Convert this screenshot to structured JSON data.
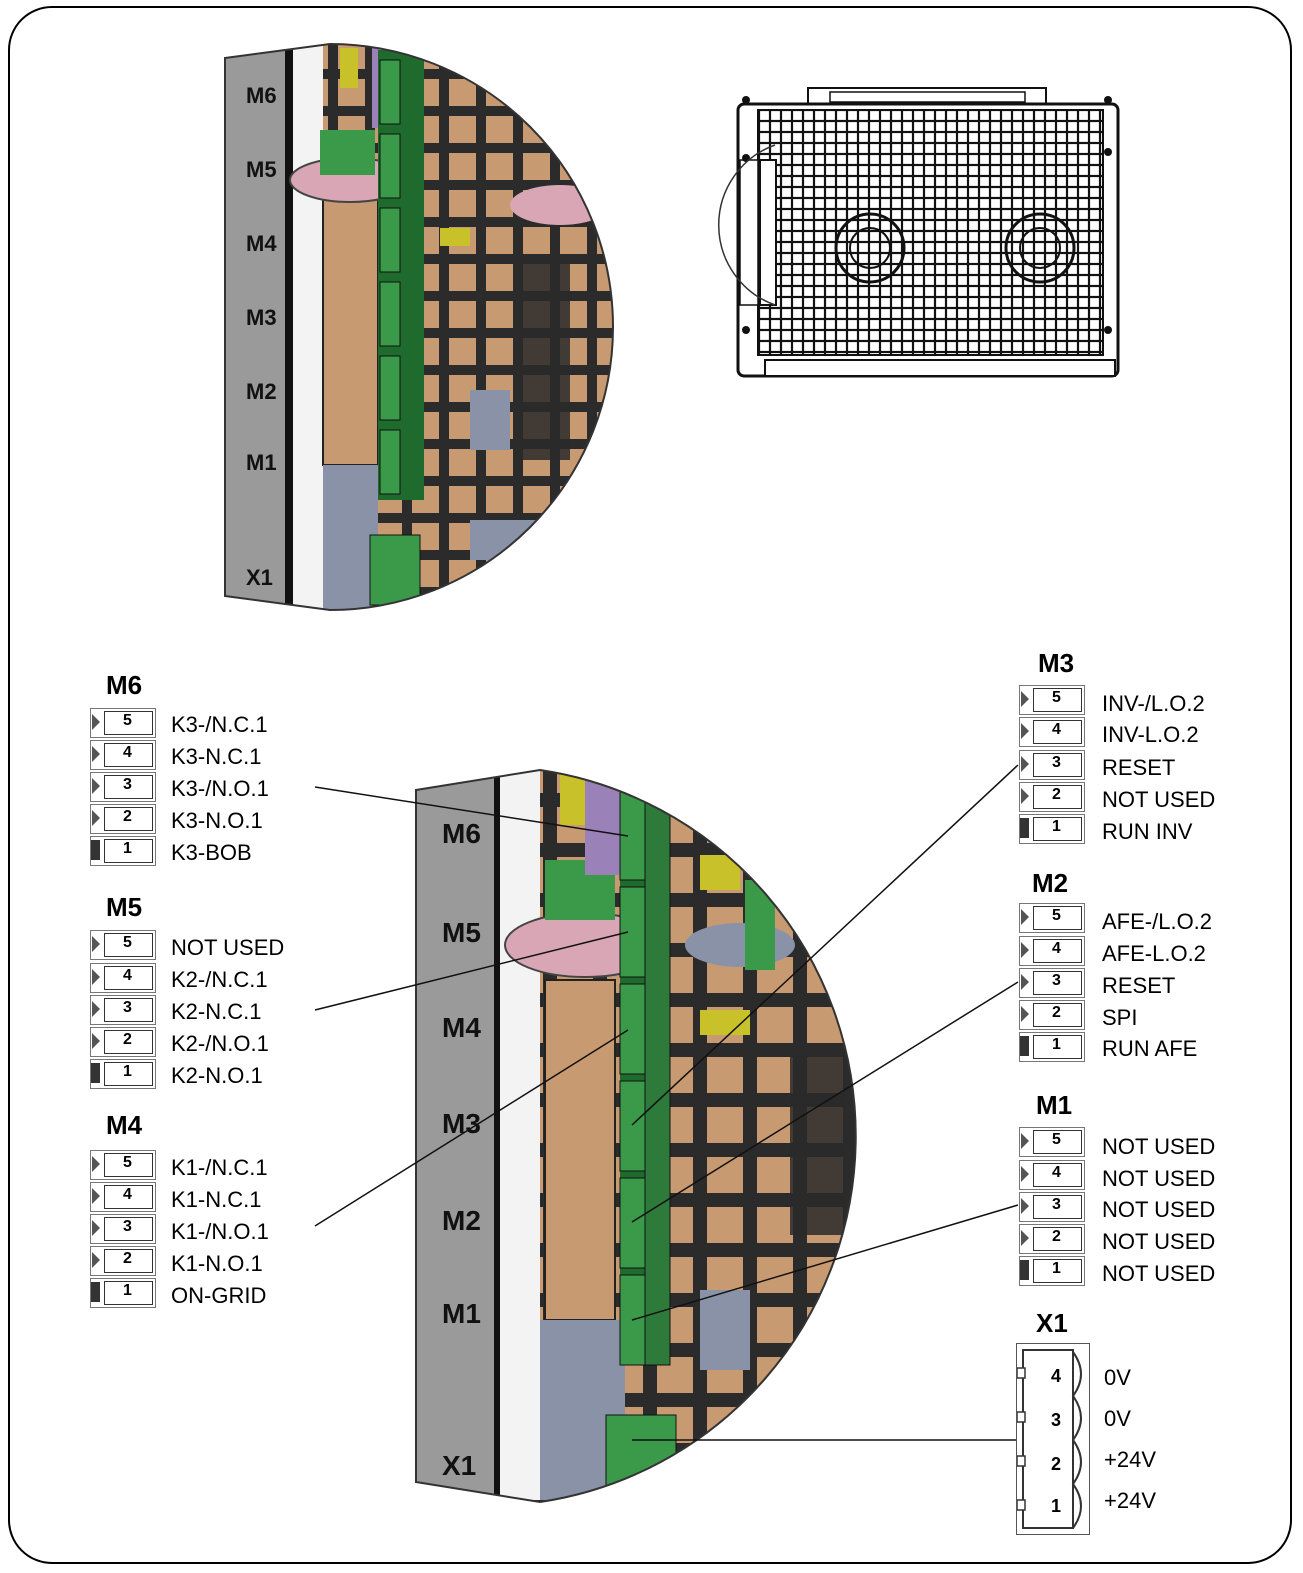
{
  "top_view_labels": [
    "M6",
    "M5",
    "M4",
    "M3",
    "M2",
    "M1",
    "X1"
  ],
  "zoom_view_labels": [
    "M6",
    "M5",
    "M4",
    "M3",
    "M2",
    "M1",
    "X1"
  ],
  "connectors": {
    "M6": {
      "title": "M6",
      "pins": [
        {
          "n": "5",
          "signal": "K3-/N.C.1"
        },
        {
          "n": "4",
          "signal": "K3-N.C.1"
        },
        {
          "n": "3",
          "signal": "K3-/N.O.1"
        },
        {
          "n": "2",
          "signal": "K3-N.O.1"
        },
        {
          "n": "1",
          "signal": "K3-BOB"
        }
      ]
    },
    "M5": {
      "title": "M5",
      "pins": [
        {
          "n": "5",
          "signal": "NOT USED"
        },
        {
          "n": "4",
          "signal": "K2-/N.C.1"
        },
        {
          "n": "3",
          "signal": "K2-N.C.1"
        },
        {
          "n": "2",
          "signal": "K2-/N.O.1"
        },
        {
          "n": "1",
          "signal": "K2-N.O.1"
        }
      ]
    },
    "M4": {
      "title": "M4",
      "pins": [
        {
          "n": "5",
          "signal": "K1-/N.C.1"
        },
        {
          "n": "4",
          "signal": "K1-N.C.1"
        },
        {
          "n": "3",
          "signal": "K1-/N.O.1"
        },
        {
          "n": "2",
          "signal": "K1-N.O.1"
        },
        {
          "n": "1",
          "signal": "ON-GRID"
        }
      ]
    },
    "M3": {
      "title": "M3",
      "pins": [
        {
          "n": "5",
          "signal": "INV-/L.O.2"
        },
        {
          "n": "4",
          "signal": "INV-L.O.2"
        },
        {
          "n": "3",
          "signal": "RESET"
        },
        {
          "n": "2",
          "signal": "NOT USED"
        },
        {
          "n": "1",
          "signal": "RUN INV"
        }
      ]
    },
    "M2": {
      "title": "M2",
      "pins": [
        {
          "n": "5",
          "signal": "AFE-/L.O.2"
        },
        {
          "n": "4",
          "signal": "AFE-L.O.2"
        },
        {
          "n": "3",
          "signal": "RESET"
        },
        {
          "n": "2",
          "signal": "SPI"
        },
        {
          "n": "1",
          "signal": "RUN AFE"
        }
      ]
    },
    "M1": {
      "title": "M1",
      "pins": [
        {
          "n": "5",
          "signal": "NOT USED"
        },
        {
          "n": "4",
          "signal": "NOT USED"
        },
        {
          "n": "3",
          "signal": "NOT USED"
        },
        {
          "n": "2",
          "signal": "NOT USED"
        },
        {
          "n": "1",
          "signal": "NOT USED"
        }
      ]
    },
    "X1": {
      "title": "X1",
      "pins": [
        {
          "n": "4",
          "signal": "0V"
        },
        {
          "n": "3",
          "signal": "0V"
        },
        {
          "n": "2",
          "signal": "+24V"
        },
        {
          "n": "1",
          "signal": "+24V"
        }
      ]
    }
  },
  "colors": {
    "frame": "#000000",
    "metal_gray": "#9a9a9a",
    "dark_grid": "#2b2b2b",
    "copper": "#c89a72",
    "terminal_green": "#3a9a4a",
    "pink": "#d8a6b4",
    "steel_blue": "#8a92a8",
    "yellow": "#c9c12a",
    "purple": "#9a82b8"
  }
}
